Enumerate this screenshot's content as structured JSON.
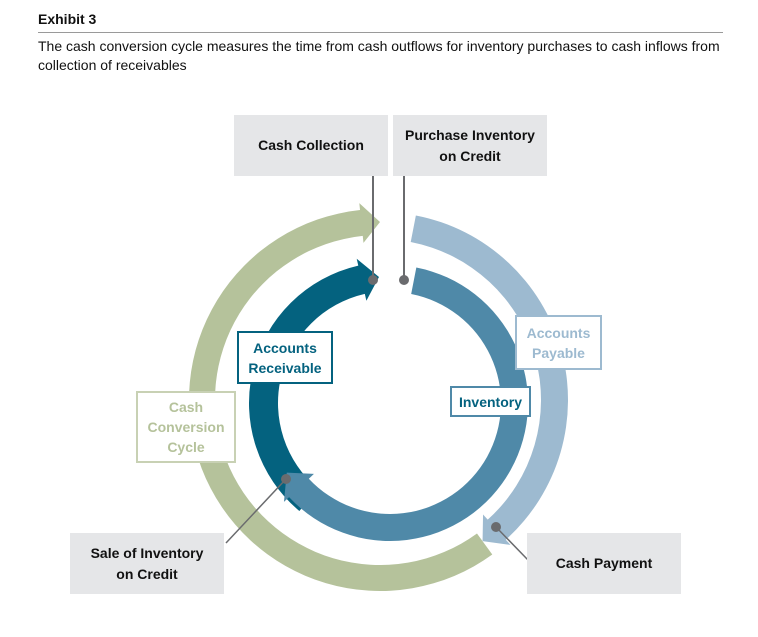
{
  "header": {
    "exhibit_label": "Exhibit 3",
    "caption": "The cash conversion cycle measures the time from cash outflows for inventory purchases to cash inflows from collection of receivables"
  },
  "colors": {
    "cash_conversion_cycle": "#b5c29b",
    "accounts_payable": "#9dbad0",
    "accounts_receivable": "#04627f",
    "inventory": "#4f89a8",
    "callout_box": "#e5e6e8",
    "connector": "#6a6b6e"
  },
  "events": {
    "cash_collection": "Cash Collection",
    "purchase_inventory": "Purchase Inventory on Credit",
    "sale_of_inventory": "Sale of Inventory on Credit",
    "cash_payment": "Cash Payment"
  },
  "cycles": {
    "accounts_receivable": "Accounts Receivable",
    "inventory": "Inventory",
    "accounts_payable": "Accounts Payable",
    "cash_conversion_cycle": "Cash Conversion Cycle"
  }
}
